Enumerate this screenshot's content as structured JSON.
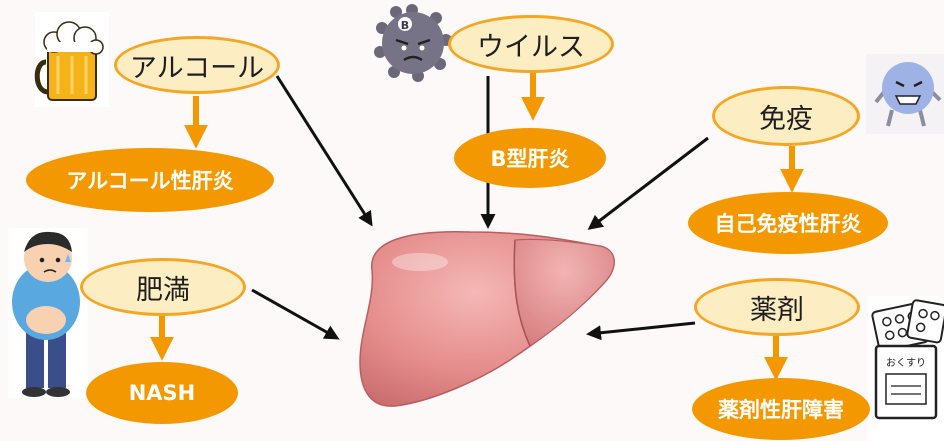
{
  "causes": {
    "alcohol": "アルコール",
    "virus": "ウイルス",
    "immune": "免疫",
    "obesity": "肥満",
    "drug": "薬剤"
  },
  "diseases": {
    "alcohol": "アルコール性肝炎",
    "virus": "B型肝炎",
    "immune": "自己免疫性肝炎",
    "obesity": "NASH",
    "drug": "薬剤性肝障害"
  },
  "illustrations": {
    "virus_letter": "B",
    "medicine_bag_label": "おくすり",
    "icons": [
      "beer-mug-icon",
      "virus-character-icon",
      "immune-cell-icon",
      "overweight-man-icon",
      "medicine-bag-icon",
      "liver-icon"
    ]
  },
  "colors": {
    "cause_fill": "#fdedc3",
    "cause_border": "#f5a623",
    "disease_fill": "#f39800",
    "arrow_orange": "#f39800",
    "arrow_black": "#111111",
    "liver": "#e68b8b"
  }
}
